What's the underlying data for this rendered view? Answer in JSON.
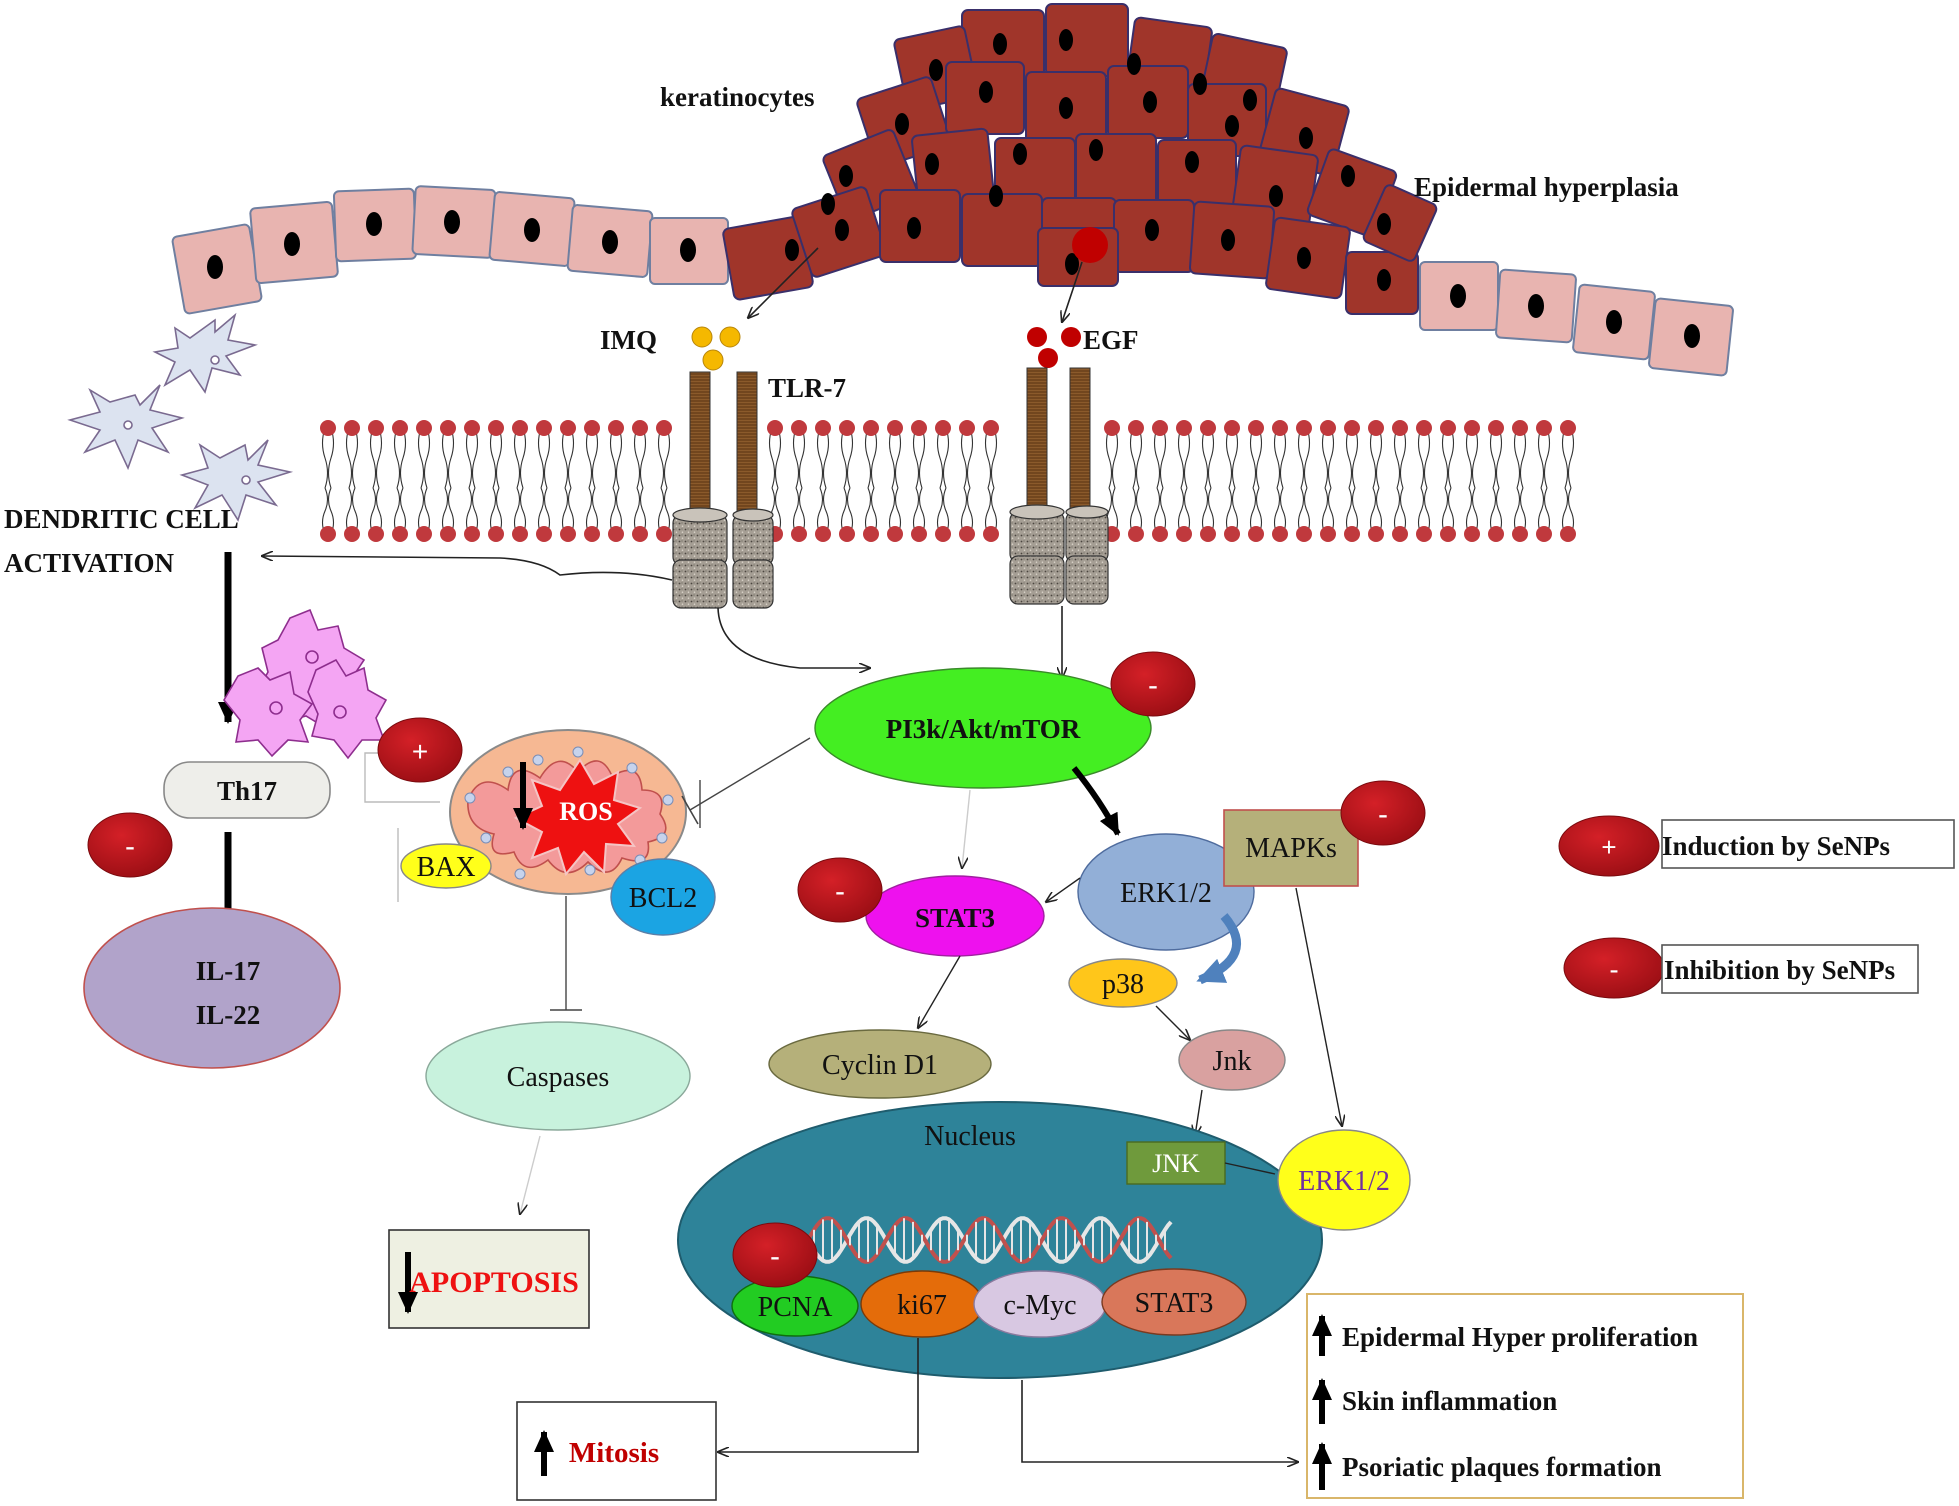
{
  "labels": {
    "keratinocytes": "keratinocytes",
    "epidermal_hyperplasia": "Epidermal hyperplasia",
    "imq": "IMQ",
    "tlr7": "TLR-7",
    "egf": "EGF",
    "dendritic_line1": "DENDRITIC CELL",
    "dendritic_line2": "ACTIVATION",
    "th17": "Th17",
    "il17": "IL-17",
    "il22": "IL-22",
    "ros": "ROS",
    "bax": "BAX",
    "bcl2": "BCL2",
    "caspases": "Caspases",
    "apoptosis": "APOPTOSIS",
    "pi3k": "PI3k/Akt/mTOR",
    "stat3": "STAT3",
    "cyclin_d1": "Cyclin D1",
    "erk12": "ERK1/2",
    "mapks": "MAPKs",
    "p38": "p38",
    "jnk_lower": "Jnk",
    "nucleus": "Nucleus",
    "jnk_upper": "JNK",
    "erk12_nucleus": "ERK1/2",
    "pcna": "PCNA",
    "ki67": "ki67",
    "cmyc": "c-Myc",
    "stat3_nucleus": "STAT3",
    "mitosis": "Mitosis",
    "outcome1": "Epidermal Hyper proliferation",
    "outcome2": "Skin inflammation",
    "outcome3": "Psoriatic plaques formation"
  },
  "legend": {
    "plus_symbol": "+",
    "minus_symbol": "-",
    "induction": "Induction by SeNPs",
    "inhibition": "Inhibition by SeNPs"
  },
  "colors": {
    "keratinocyte_dark": "#A0352A",
    "keratinocyte_light": "#E8B4B0",
    "membrane_head": "#C0393D",
    "senp_badge": "#B01218",
    "pi3k": "#44EE22",
    "stat3": "#EE11EE",
    "erk": "#92AFD7",
    "mapks": "#B5B07A",
    "p38": "#FFC61A",
    "jnk": "#D9A1A0",
    "nucleus": "#2E8399",
    "jnk_box": "#6F9A3C",
    "erk_nucleus": "#FFFF1A",
    "pcna": "#22CC22",
    "ki67": "#E46C0A",
    "cmyc": "#D8C8E2",
    "stat3_nucleus": "#D9775A",
    "caspases": "#C8F2DD",
    "cyclin": "#B5B07A",
    "il": "#B1A3CA",
    "bcl2": "#1BA4E3",
    "bax": "#FFFF1A",
    "mito": "#F6B893",
    "ros": "#EE1111"
  },
  "icons": [
    "dendritic-cell-icon",
    "th17-cell-icon",
    "mitochondrion-icon",
    "dna-helix-icon",
    "up-arrow-icon",
    "down-arrow-icon"
  ]
}
